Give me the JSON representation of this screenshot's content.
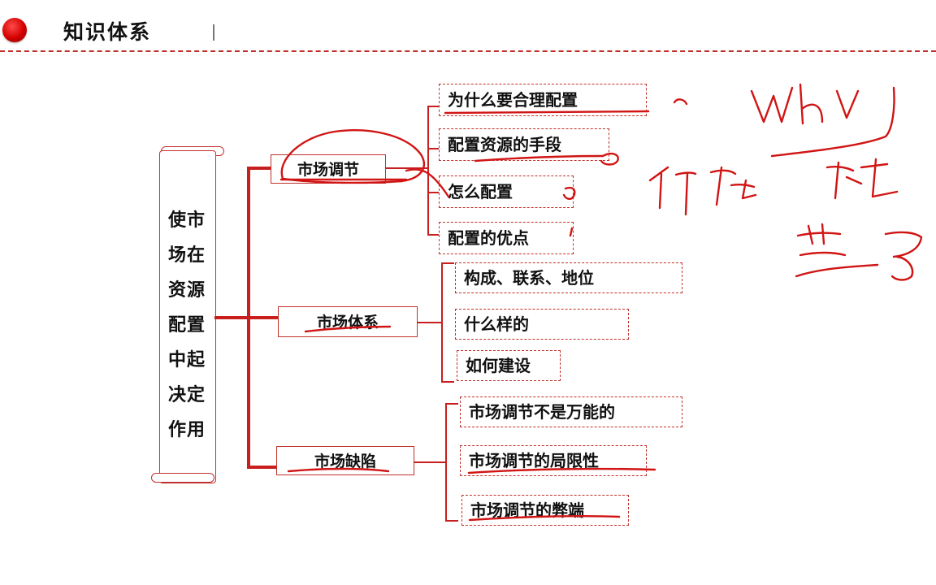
{
  "header": {
    "title": "知识体系"
  },
  "root": {
    "lines": [
      "使市",
      "场在",
      "资源",
      "配置",
      "中起",
      "决定",
      "作用"
    ]
  },
  "branches": [
    {
      "label": "市场调节",
      "items": [
        "为什么要合理配置",
        "配置资源的手段",
        "怎么配置",
        "配置的优点"
      ]
    },
    {
      "label": "市场体系",
      "items": [
        "构成、联系、地位",
        "什么样的",
        "如何建设"
      ]
    },
    {
      "label": "市场缺陷",
      "items": [
        "市场调节不是万能的",
        "市场调节的局限性",
        "市场调节的弊端"
      ]
    }
  ],
  "colors": {
    "accent": "#c81e1e",
    "ink": "#111111"
  }
}
